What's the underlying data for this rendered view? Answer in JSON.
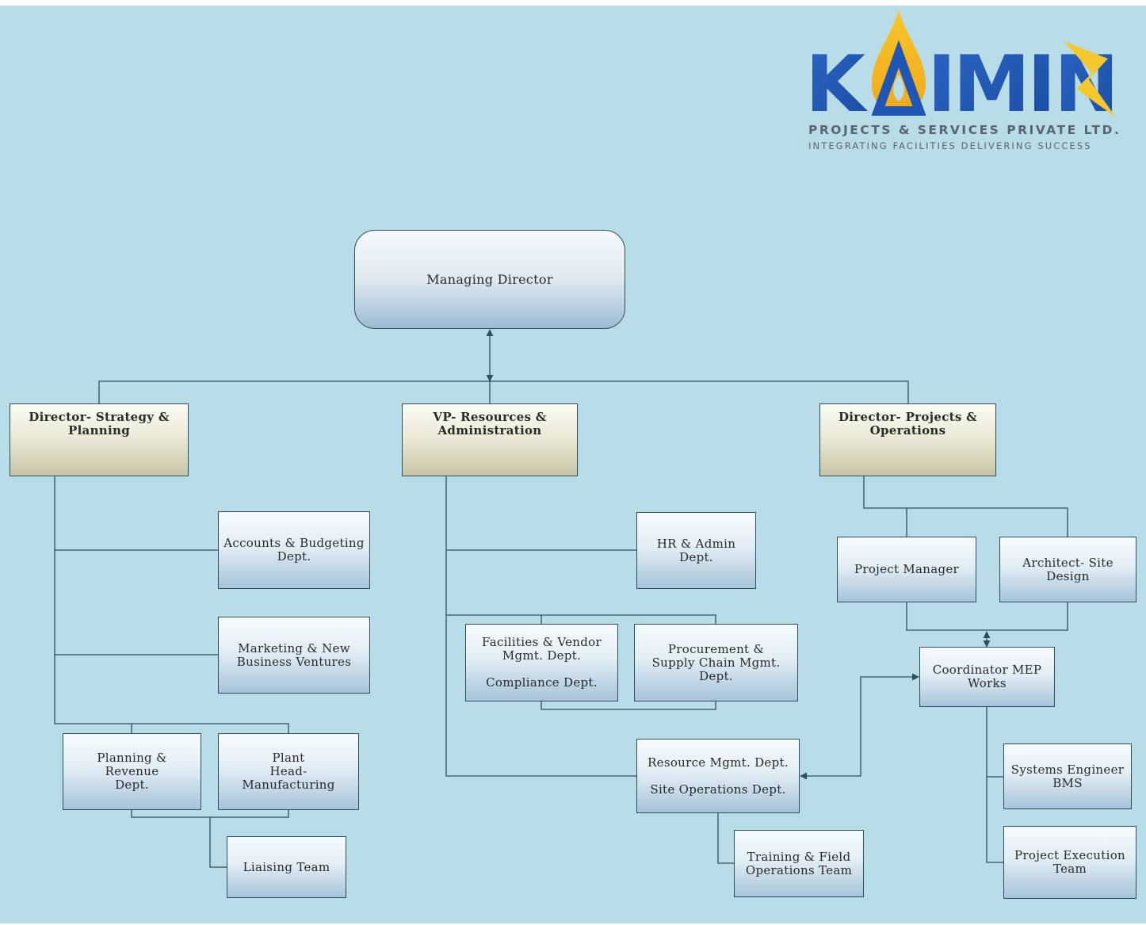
{
  "logo": {
    "brand_text": "KAIMIN",
    "company": "PROJECTS & SERVICES PRIVATE LTD.",
    "tagline": "INTEGRATING FACILITIES DELIVERING SUCCESS",
    "colors": {
      "blue": "#1f56b3",
      "orange": "#f2a81c",
      "yellow": "#f6c72a",
      "grey": "#5a6470"
    }
  },
  "chart": {
    "managing_director": "Managing Director",
    "directors": {
      "strategy": "Director- Strategy &\nPlanning",
      "resources": "VP- Resources &\nAdministration",
      "projects": "Director- Projects &\nOperations"
    },
    "strategy_branch": {
      "accounts": "Accounts & Budgeting\nDept.",
      "marketing": "Marketing & New\nBusiness Ventures",
      "planning": "Planning & Revenue\nDept.",
      "plant": "Plant\nHead-Manufacturing",
      "liaising": "Liaising Team"
    },
    "resources_branch": {
      "hr": "HR & Admin\nDept.",
      "facilities": "Facilities & Vendor\nMgmt. Dept.\n\nCompliance Dept.",
      "procurement": "Procurement &\nSupply Chain Mgmt.\nDept.",
      "resource_mgmt": "Resource Mgmt. Dept.\n\nSite Operations Dept.",
      "training": "Training & Field\nOperations Team"
    },
    "projects_branch": {
      "project_manager": "Project Manager",
      "architect": "Architect- Site\nDesign",
      "coordinator": "Coordinator MEP\nWorks",
      "systems_engineer": "Systems Engineer\nBMS",
      "execution": "Project Execution\nTeam"
    }
  },
  "colors": {
    "background": "#b8dde8",
    "connector": "#2f4f5c"
  }
}
